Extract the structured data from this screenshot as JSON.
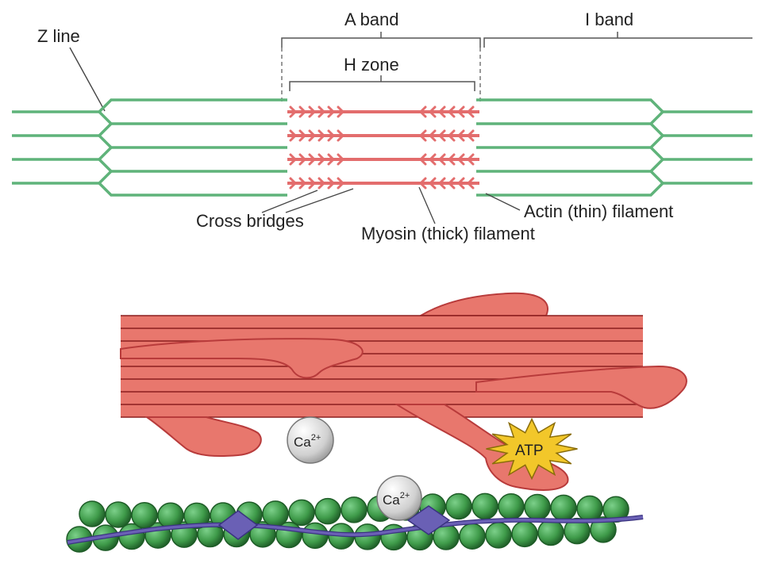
{
  "labels": {
    "z_line": "Z line",
    "a_band": "A band",
    "i_band": "I band",
    "h_zone": "H zone",
    "cross_bridges": "Cross bridges",
    "actin": "Actin (thin) filament",
    "myosin": "Myosin (thick) filament",
    "ca_1_base": "Ca",
    "ca_1_sup": "2+",
    "ca_2_base": "Ca",
    "ca_2_sup": "2+",
    "atp": "ATP"
  },
  "colors": {
    "actin_line": "#5fb37a",
    "myosin": "#e36d6d",
    "myosin_dark": "#b83b3b",
    "myosin_fill": "#e8776d",
    "myosin_stripe": "#8b1f1f",
    "actin_bead": "#3f9b4a",
    "actin_bead_dark": "#1e5c27",
    "tropomyosin": "#5a4fa0",
    "troponin": "#6a60b5",
    "ca_ball": "#d8d8d8",
    "atp_star": "#f2c72a",
    "bracket": "#555555"
  }
}
